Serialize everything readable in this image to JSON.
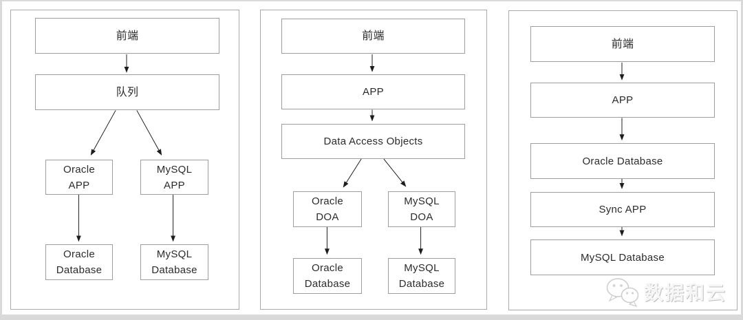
{
  "colors": {
    "frame": "#d9d9d9",
    "panel_border": "#a8a8a8",
    "box_border": "#9d9d9d",
    "box_text": "#2b2b2b",
    "arrow": "#1c1c1c",
    "watermark_text": "#f6f6f6"
  },
  "panels": [
    {
      "name": "queue-based-architecture",
      "boxes": {
        "frontend": "前端",
        "queue": "队列",
        "oracle_app": "Oracle\nAPP",
        "mysql_app": "MySQL\nAPP",
        "oracle_db": "Oracle\nDatabase",
        "mysql_db": "MySQL\nDatabase"
      }
    },
    {
      "name": "dao-based-architecture",
      "boxes": {
        "frontend": "前端",
        "app": "APP",
        "dao": "Data Access Objects",
        "oracle_doa": "Oracle\nDOA",
        "mysql_doa": "MySQL\nDOA",
        "oracle_db": "Oracle\nDatabase",
        "mysql_db": "MySQL\nDatabase"
      }
    },
    {
      "name": "sync-based-architecture",
      "boxes": {
        "frontend": "前端",
        "app": "APP",
        "oracle_db": "Oracle Database",
        "sync_app": "Sync APP",
        "mysql_db": "MySQL Database"
      }
    }
  ],
  "watermark": {
    "icon": "wechat-icon",
    "text": "数据和云"
  }
}
